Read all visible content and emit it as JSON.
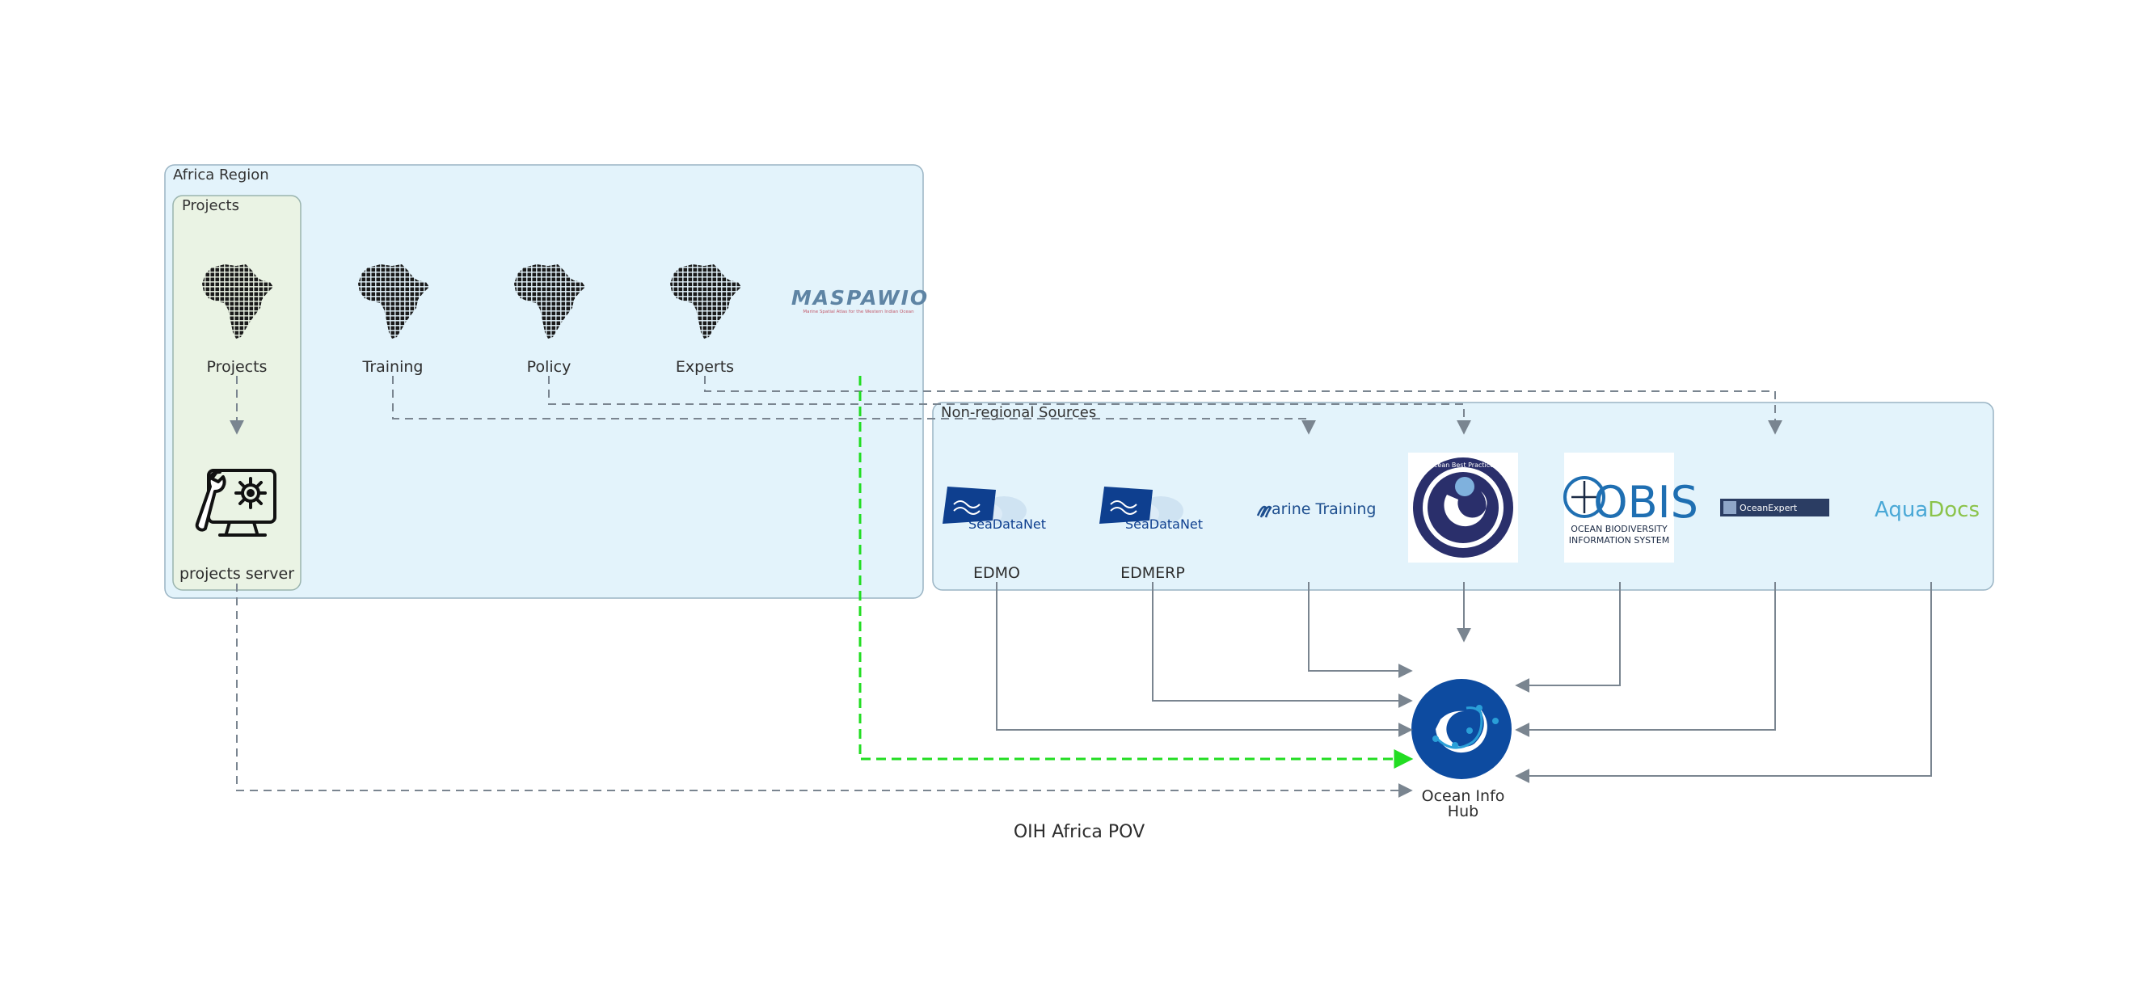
{
  "diagram": {
    "title": "OIH Africa POV",
    "clusters": {
      "africa_region": "Africa Region",
      "projects": "Projects",
      "non_regional": "Non-regional Sources"
    },
    "nodes": {
      "projects": "Projects",
      "training": "Training",
      "policy": "Policy",
      "experts": "Experts",
      "projects_server": "projects server",
      "edmo": "EDMO",
      "edmerp": "EDMERP",
      "hub_line1": "Ocean Info",
      "hub_line2": "Hub"
    },
    "logos": {
      "maspawio": "MASPAWIO",
      "maspawio_sub": "Marine Spatial Atlas for the Western Indian Ocean",
      "seadatanet": "SeaDataNet",
      "marine_training": "arine Training",
      "obis": "OBIS",
      "obis_sub1": "OCEAN BIODIVERSITY",
      "obis_sub2": "INFORMATION SYSTEM",
      "oceanexpert": "OceanExpert",
      "aquadocs_a": "Aqua",
      "aquadocs_b": "Docs",
      "obp_ring": "Ocean Best Practices"
    },
    "colors": {
      "cluster_fill": "#e3f3fb",
      "cluster_border": "#9ab4c4",
      "projects_fill": "#eaf3e4",
      "edge": "#7a8590",
      "highlight_edge": "#22dd22",
      "hub_blue": "#0d4ba0",
      "obis_blue": "#1f6fb2"
    }
  }
}
